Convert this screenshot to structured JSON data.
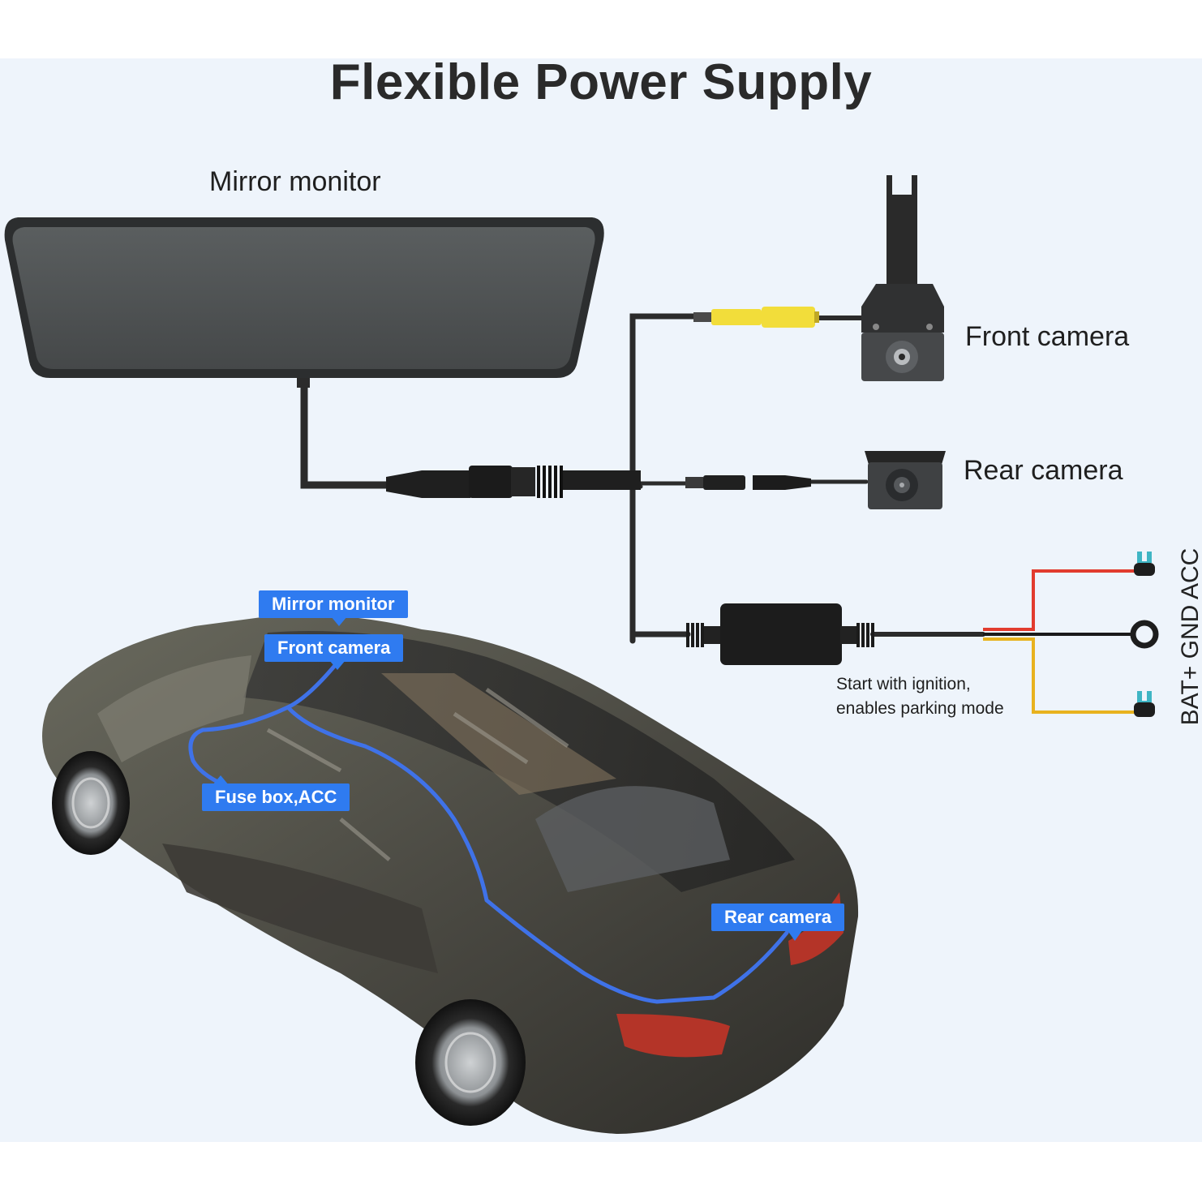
{
  "title": "Flexible Power Supply",
  "components": {
    "mirror_monitor": "Mirror monitor",
    "front_camera": "Front camera",
    "rear_camera": "Rear camera"
  },
  "hardwire_note": {
    "line1": "Start with ignition,",
    "line2": "enables parking mode"
  },
  "wire_labels": "BAT+ GND ACC",
  "car_tags": {
    "mirror_monitor": "Mirror monitor",
    "front_camera": "Front camera",
    "fuse_box": "Fuse box,ACC",
    "rear_camera": "Rear camera"
  },
  "colors": {
    "background": "#eef4fb",
    "cable": "#2b2b2b",
    "connector_yellow": "#f2dd3a",
    "tag_blue": "#2f7bf0",
    "wire_red": "#e23b2e",
    "wire_yellow": "#e8b21e",
    "route_line": "#3f72e8"
  }
}
